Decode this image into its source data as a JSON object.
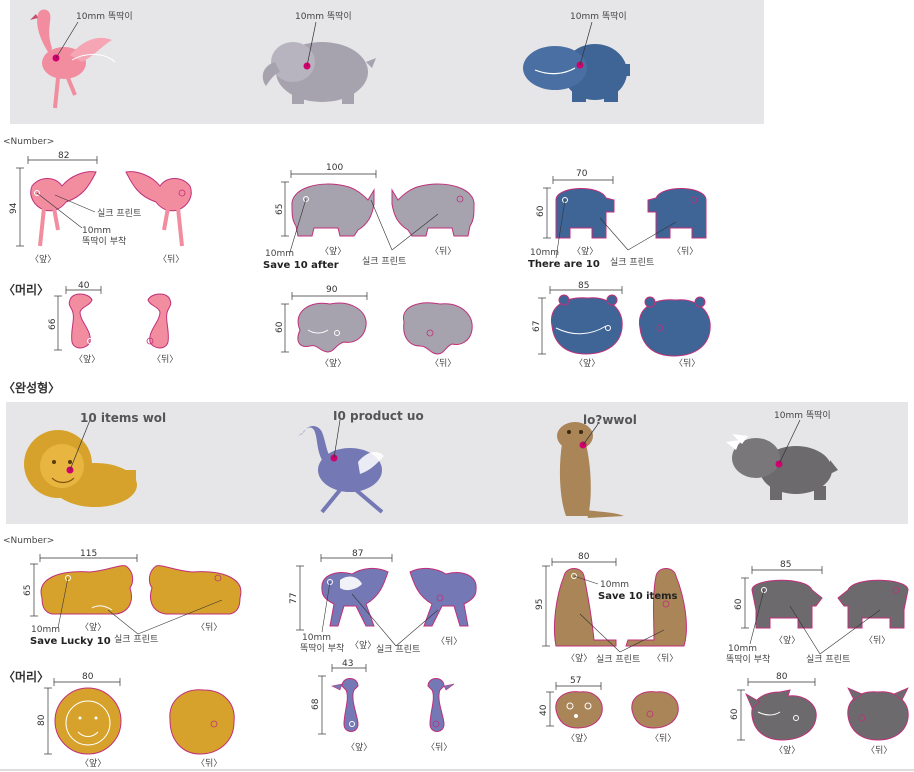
{
  "top_banner": {
    "labels": [
      "10mm 똑딱이",
      "10mm 똑딱이",
      "10mm 똑딱이"
    ]
  },
  "section1": {
    "number_label": "<Number>",
    "head_label": "〈머리〉",
    "flamingo": {
      "width": "82",
      "height": "94",
      "head_w": "40",
      "head_h": "66",
      "silk": "실크 프린트",
      "snap": "10mm",
      "snap2": "똑딱이 부착"
    },
    "elephant": {
      "width": "100",
      "height": "65",
      "head_w": "90",
      "head_h": "60",
      "snap": "10mm",
      "note": "Save 10 after",
      "silk": "실크 프린트"
    },
    "hippo": {
      "width": "70",
      "height": "60",
      "head_w": "85",
      "head_h": "67",
      "snap": "10mm",
      "note": "There are 10",
      "silk": "실크 프린트"
    }
  },
  "front": "〈앞〉",
  "back": "〈뒤〉",
  "complete_label": "〈완성형〉",
  "mid_banner": {
    "labels": [
      "10 items wol",
      "I0 product uo",
      "lo?wwol",
      "10mm 똑딱이"
    ]
  },
  "section2": {
    "number_label": "<Number>",
    "head_label": "〈머리〉",
    "lion": {
      "width": "115",
      "height": "65",
      "head_w": "80",
      "head_h": "80",
      "snap": "10mm",
      "note": "Save Lucky 10",
      "silk": "실크 프린트"
    },
    "ostrich": {
      "width": "87",
      "height": "77",
      "head_w": "43",
      "head_h": "68",
      "snap": "10mm",
      "snap2": "똑딱이 부착",
      "silk": "실크 프린트"
    },
    "meerkat": {
      "width": "80",
      "height": "95",
      "head_w": "57",
      "head_h": "40",
      "snap": "10mm",
      "note": "Save 10 items",
      "silk": "실크 프린트"
    },
    "rhino": {
      "width": "85",
      "height": "60",
      "head_w": "80",
      "head_h": "60",
      "snap": "10mm",
      "snap2": "똑딱이 부착",
      "silk": "실크 프린트"
    }
  },
  "colors": {
    "flamingo": "#f28da0",
    "elephant": "#a6a2ae",
    "hippo": "#3f6597",
    "lion": "#d6a22b",
    "ostrich": "#7478b4",
    "meerkat": "#a98558",
    "rhino": "#6d6a6d",
    "outline": "#c0307a",
    "snap": "#d1006e",
    "banner": "#e6e6e8"
  }
}
